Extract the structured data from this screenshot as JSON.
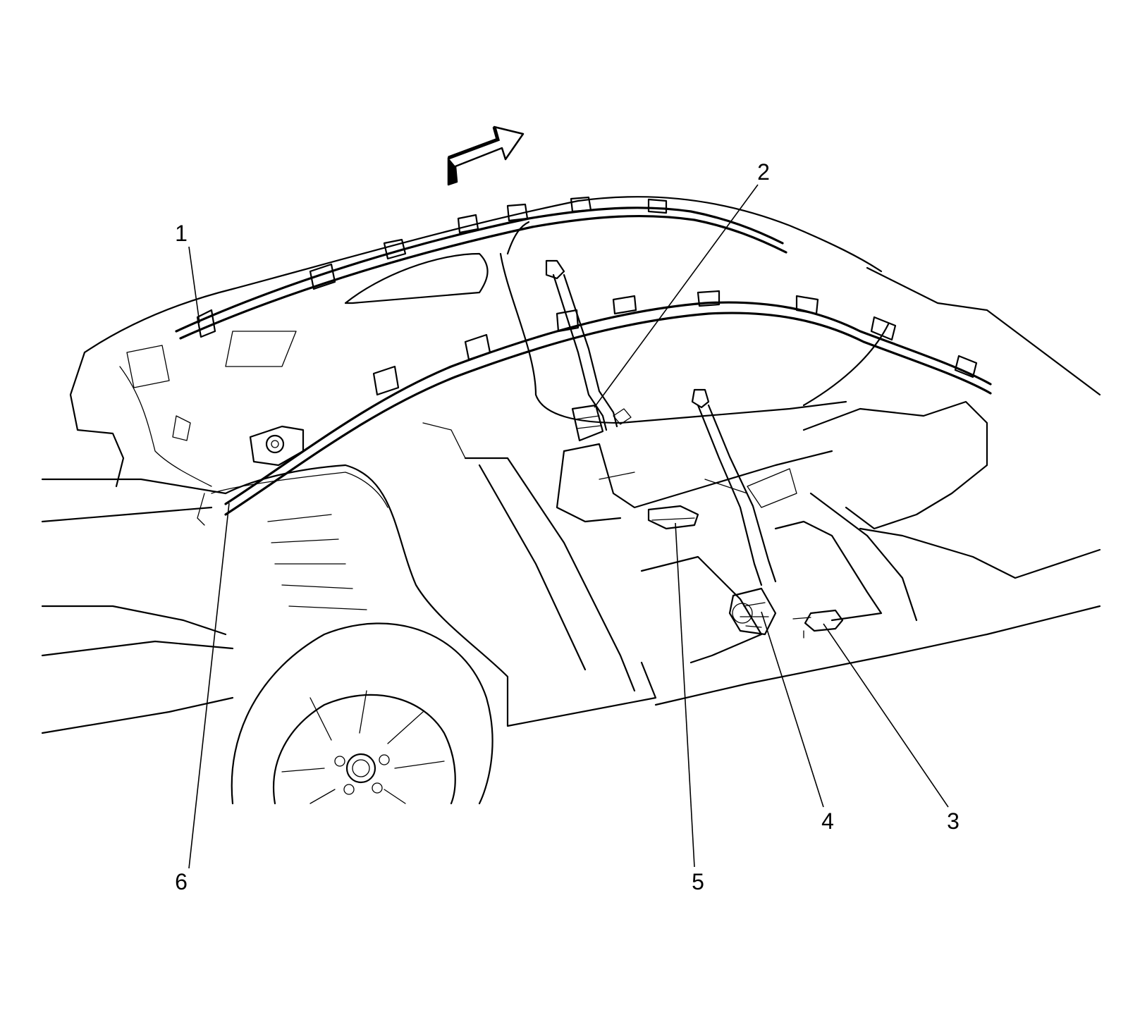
{
  "callouts": [
    {
      "label": "1",
      "color": "#000000"
    },
    {
      "label": "2",
      "color": "#000000"
    },
    {
      "label": "3",
      "color": "#000000"
    },
    {
      "label": "4",
      "color": "#000000"
    },
    {
      "label": "5",
      "color": "#000000"
    },
    {
      "label": "6",
      "color": "#000000"
    }
  ],
  "icons": {
    "direction_arrow": "forward-direction-arrow-icon"
  }
}
